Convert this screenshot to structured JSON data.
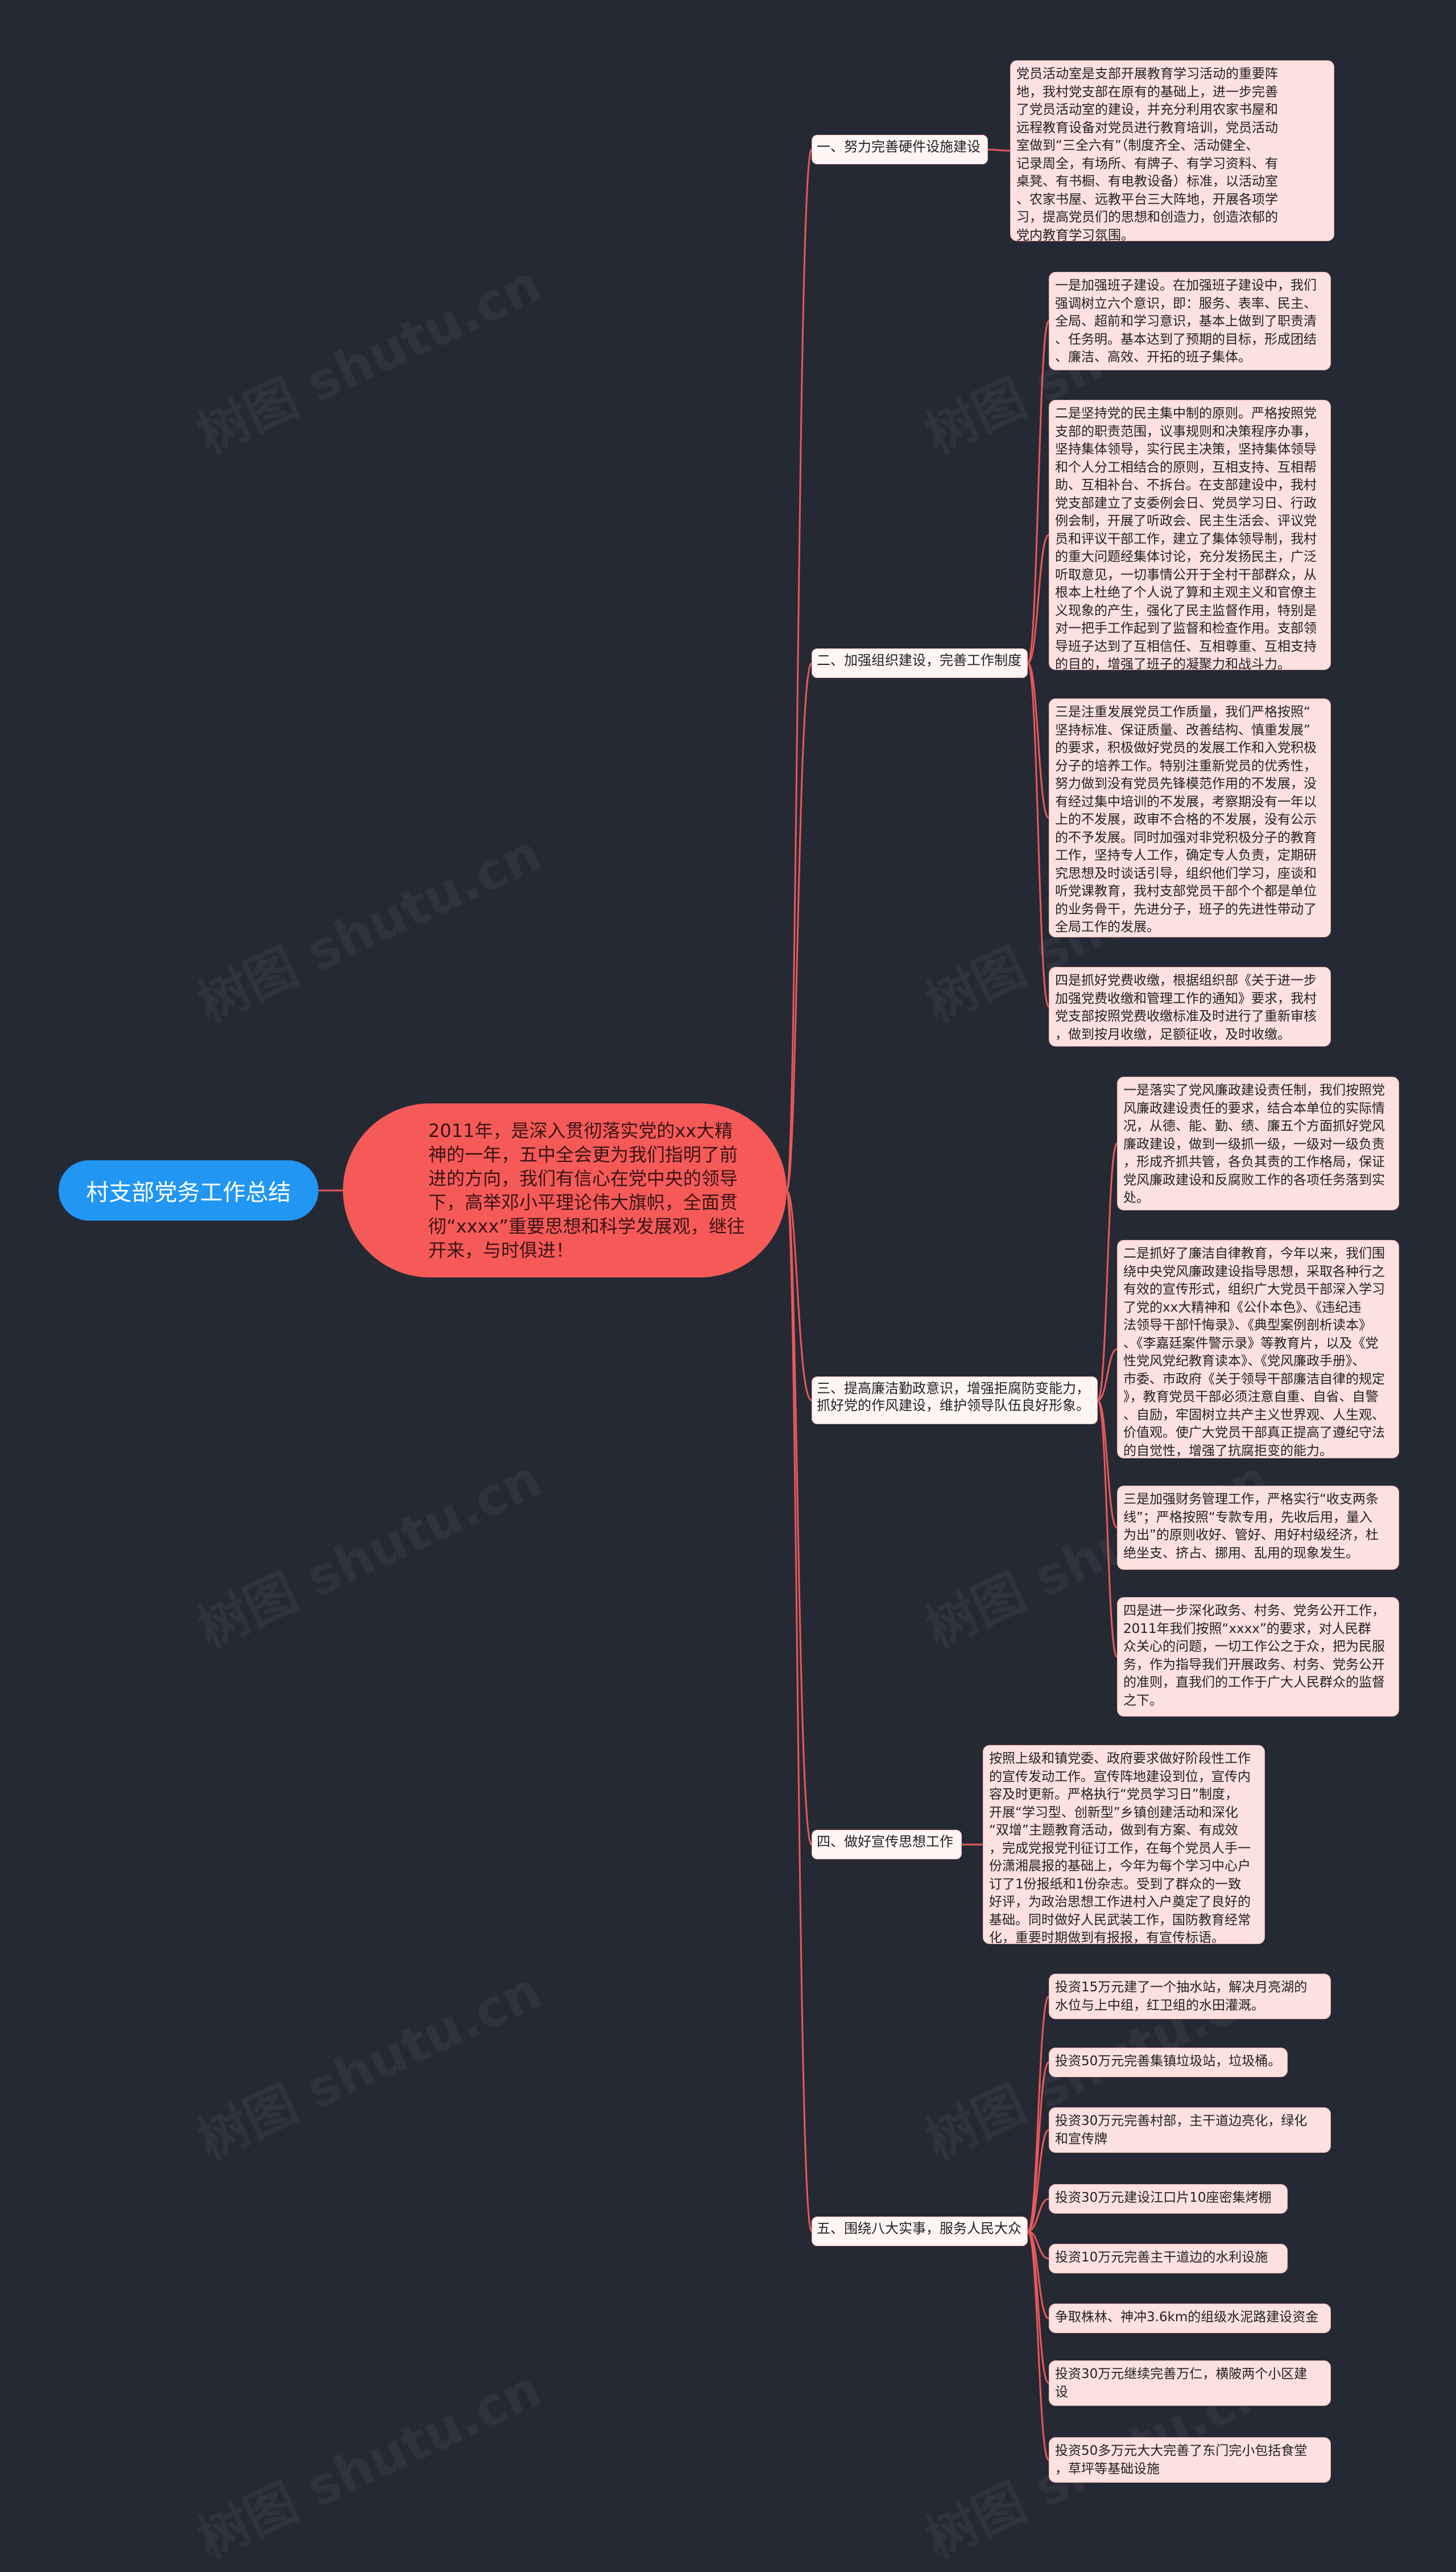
{
  "root": {
    "title": "村支部党务工作总结"
  },
  "center": {
    "text": "2011年，是深入贯彻落实党的xx大精神的一年，五中全会更为我们指明了前进的方向，我们有信心在党中央的领导下，高举邓小平理论伟大旗帜，全面贯彻“xxxx”重要思想和科学发展观，继往开来，与时俱进！"
  },
  "watermark": "树图 shutu.cn",
  "branches": [
    {
      "label": "一、努力完善硬件设施建设",
      "leaves": [
        "党员活动室是支部开展教育学习活动的重要阵\n地，我村党支部在原有的基础上，进一步完善\n了党员活动室的建设，并充分利用农家书屋和\n远程教育设备对党员进行教育培训，党员活动\n室做到“三全六有”（制度齐全、活动健全、\n记录周全，有场所、有牌子、有学习资料、有\n桌凳、有书橱、有电教设备）标准，以活动室\n、农家书屋、远教平台三大阵地，开展各项学\n习，提高党员们的思想和创造力，创造浓郁的\n党内教育学习氛围。"
      ]
    },
    {
      "label": "二、加强组织建设，完善工作制度",
      "leaves": [
        "一是加强班子建设。在加强班子建设中，我们\n强调树立六个意识，即：服务、表率、民主、\n全局、超前和学习意识，基本上做到了职责清\n、任务明。基本达到了预期的目标，形成团结\n、廉洁、高效、开拓的班子集体。",
        "二是坚持党的民主集中制的原则。严格按照党\n支部的职责范围，议事规则和决策程序办事，\n坚持集体领导，实行民主决策，坚持集体领导\n和个人分工相结合的原则，互相支持、互相帮\n助、互相补台、不拆台。在支部建设中，我村\n党支部建立了支委例会日、党员学习日、行政\n例会制，开展了听政会、民主生活会、评议党\n员和评议干部工作，建立了集体领导制，我村\n的重大问题经集体讨论，充分发扬民主，广泛\n听取意见，一切事情公开于全村干部群众，从\n根本上杜绝了个人说了算和主观主义和官僚主\n义现象的产生，强化了民主监督作用，特别是\n对一把手工作起到了监督和检查作用。支部领\n导班子达到了互相信任、互相尊重、互相支持\n的目的，增强了班子的凝聚力和战斗力。",
        "三是注重发展党员工作质量，我们严格按照“\n坚持标准、保证质量、改善结构、慎重发展”\n的要求，积极做好党员的发展工作和入党积极\n分子的培养工作。特别注重新党员的优秀性，\n努力做到没有党员先锋模范作用的不发展，没\n有经过集中培训的不发展，考察期没有一年以\n上的不发展，政审不合格的不发展，没有公示\n的不予发展。同时加强对非党积极分子的教育\n工作，坚持专人工作，确定专人负责，定期研\n究思想及时谈话引导，组织他们学习，座谈和\n听党课教育，我村支部党员干部个个都是单位\n的业务骨干，先进分子，班子的先进性带动了\n全局工作的发展。",
        "四是抓好党费收缴，根据组织部《关于进一步\n加强党费收缴和管理工作的通知》要求，我村\n党支部按照党费收缴标准及时进行了重新审核\n，做到按月收缴，足额征收，及时收缴。"
      ]
    },
    {
      "label": "三、提高廉洁勤政意识，增强拒腐防变能力，\n抓好党的作风建设，维护领导队伍良好形象。",
      "leaves": [
        "一是落实了党风廉政建设责任制，我们按照党\n风廉政建设责任的要求，结合本单位的实际情\n况，从德、能、勤、绩、廉五个方面抓好党风\n廉政建设，做到一级抓一级，一级对一级负责\n，形成齐抓共管，各负其责的工作格局，保证\n党风廉政建设和反腐败工作的各项任务落到实\n处。",
        "二是抓好了廉洁自律教育，今年以来，我们围\n绕中央党风廉政建设指导思想，采取各种行之\n有效的宣传形式，组织广大党员干部深入学习\n了党的xx大精神和《公仆本色》、《违纪违\n法领导干部忏悔录》、《典型案例剖析读本》\n、《李嘉廷案件警示录》等教育片，以及《党\n性党风党纪教育读本》、《党风廉政手册》、\n市委、市政府《关于领导干部廉洁自律的规定\n》，教育党员干部必须注意自重、自省、自警\n、自励，牢固树立共产主义世界观、人生观、\n价值观。使广大党员干部真正提高了遵纪守法\n的自觉性，增强了抗腐拒变的能力。",
        "三是加强财务管理工作，严格实行“收支两条\n线”；严格按照“专款专用，先收后用，量入\n为出”的原则收好、管好、用好村级经济，杜\n绝坐支、挤占、挪用、乱用的现象发生。",
        "四是进一步深化政务、村务、党务公开工作，\n2011年我们按照“xxxx”的要求，对人民群\n众关心的问题，一切工作公之于众，把为民服\n务，作为指导我们开展政务、村务、党务公开\n的准则，直我们的工作于广大人民群众的监督\n之下。"
      ]
    },
    {
      "label": "四、做好宣传思想工作",
      "leaves": [
        "按照上级和镇党委、政府要求做好阶段性工作\n的宣传发动工作。宣传阵地建设到位，宣传内\n容及时更新。严格执行“党员学习日”制度，\n开展“学习型、创新型”乡镇创建活动和深化\n“双增”主题教育活动，做到有方案、有成效\n，完成党报党刊征订工作，在每个党员人手一\n份潇湘晨报的基础上，今年为每个学习中心户\n订了1份报纸和1份杂志。受到了群众的一致\n好评，为政治思想工作进村入户奠定了良好的\n基础。同时做好人民武装工作，国防教育经常\n化，重要时期做到有报报，有宣传标语。"
      ]
    },
    {
      "label": "五、围绕八大实事，服务人民大众",
      "leaves": [
        "投资15万元建了一个抽水站，解决月亮湖的\n水位与上中组，红卫组的水田灌溉。",
        "投资50万元完善集镇垃圾站，垃圾桶。",
        "投资30万元完善村部，主干道边亮化，绿化\n和宣传牌",
        "投资30万元建设江口片10座密集烤棚",
        "投资10万元完善主干道边的水利设施",
        "争取株林、神冲3.6km的组级水泥路建设资金",
        "投资30万元继续完善万仁，横陂两个小区建\n设",
        "投资50多万元大大完善了东门完小包括食堂\n，草坪等基础设施"
      ]
    }
  ]
}
